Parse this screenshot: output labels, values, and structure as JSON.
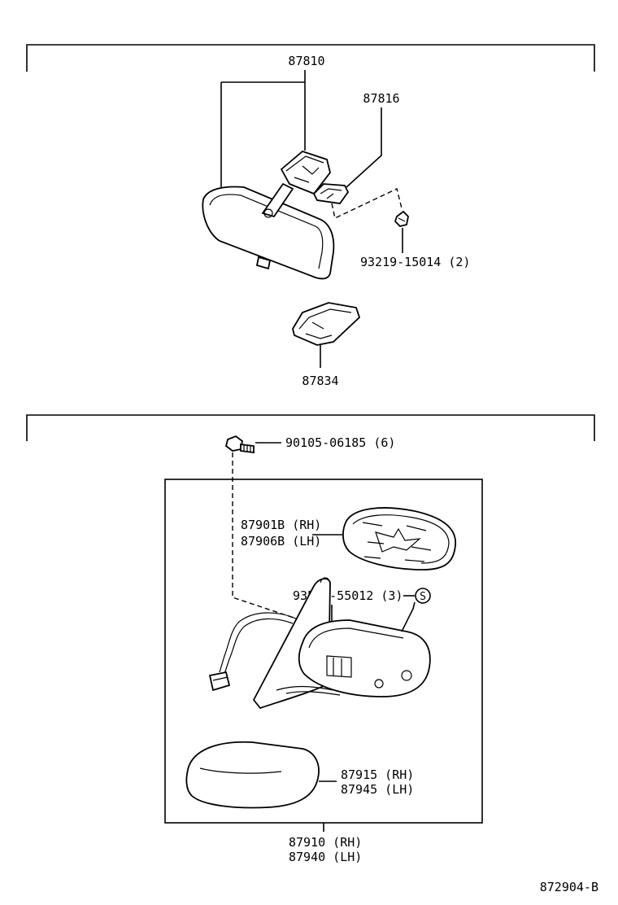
{
  "upper_section": {
    "assembly_label": "87810",
    "bracket_label": "87816",
    "screw_label": "93219-15014 (2)",
    "cover_label": "87834"
  },
  "lower_section": {
    "bolt_label": "90105-06185 (6)",
    "mirror_glass_label_rh": "87901B (RH)",
    "mirror_glass_label_lh": "87906B (LH)",
    "screw_label": "93540-55012 (3)",
    "screw_symbol": "S",
    "cover_label_rh": "87915 (RH)",
    "cover_label_lh": "87945 (LH)",
    "assembly_label_rh": "87910 (RH)",
    "assembly_label_lh": "87940 (LH)"
  },
  "diagram_code": "872904-B"
}
